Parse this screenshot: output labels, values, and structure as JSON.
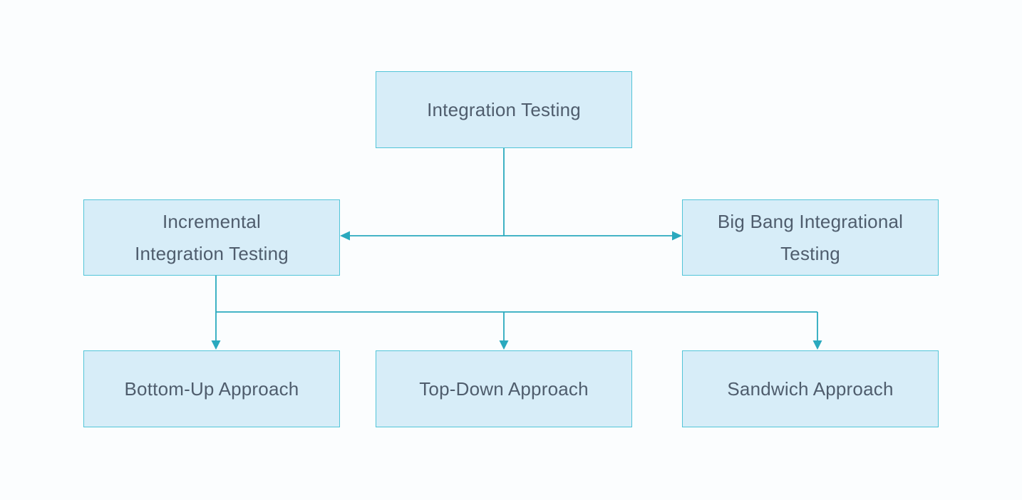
{
  "diagram": {
    "type": "flowchart",
    "nodes": [
      {
        "id": "integration-testing",
        "label": "Integration Testing"
      },
      {
        "id": "incremental-integration-testing",
        "label": "Incremental\nIntegration Testing"
      },
      {
        "id": "big-bang-integrational-testing",
        "label": "Big Bang Integrational\nTesting"
      },
      {
        "id": "bottom-up-approach",
        "label": "Bottom-Up Approach"
      },
      {
        "id": "top-down-approach",
        "label": "Top-Down Approach"
      },
      {
        "id": "sandwich-approach",
        "label": "Sandwich Approach"
      }
    ],
    "edges": [
      {
        "from": "integration-testing",
        "to": "incremental-integration-testing",
        "arrow": "to"
      },
      {
        "from": "integration-testing",
        "to": "big-bang-integrational-testing",
        "arrow": "to"
      },
      {
        "from": "incremental-integration-testing",
        "to": "bottom-up-approach",
        "arrow": "to"
      },
      {
        "from": "incremental-integration-testing",
        "to": "top-down-approach",
        "arrow": "to"
      },
      {
        "from": "incremental-integration-testing",
        "to": "sandwich-approach",
        "arrow": "to"
      }
    ],
    "colors": {
      "background": "#fbfdfe",
      "node_fill": "#d7edf8",
      "node_border": "#52c5d8",
      "connector": "#2aa9be",
      "text": "#4f5d6d"
    }
  }
}
